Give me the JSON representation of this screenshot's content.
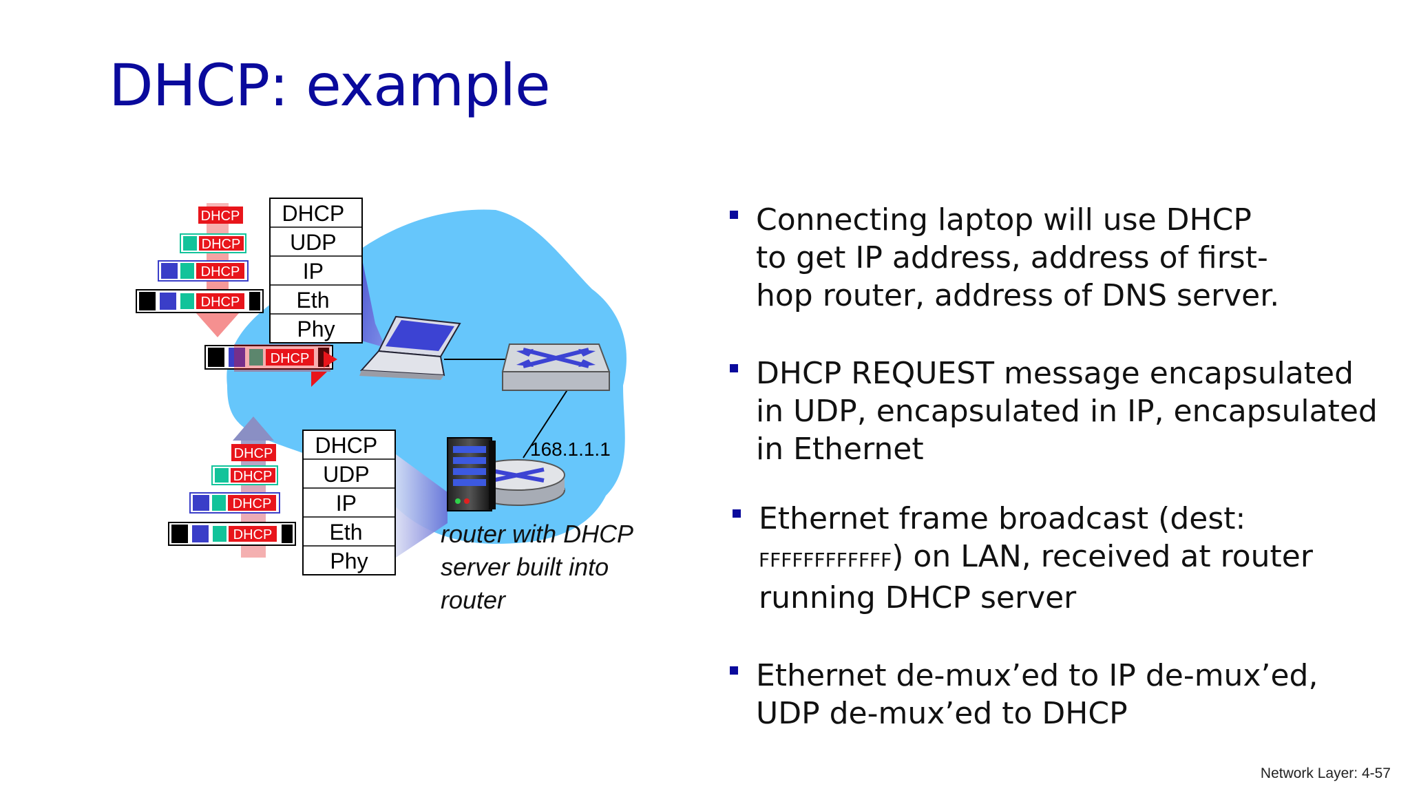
{
  "title": "DHCP: example",
  "diagram": {
    "stack_laptop": [
      "DHCP",
      "UDP",
      "IP",
      "Eth",
      "Phy"
    ],
    "stack_router": [
      "DHCP",
      "UDP",
      "IP",
      "Eth",
      "Phy"
    ],
    "packet_label": "DHCP",
    "router_ip": "168.1.1.1",
    "router_caption": [
      "router with DHCP",
      "server built into",
      "router"
    ]
  },
  "bullets": [
    {
      "lines": [
        "Connecting laptop will use DHCP",
        "to get IP address, address of first-",
        "hop router, address of DNS server."
      ]
    },
    {
      "lines": [
        "DHCP REQUEST message encapsulated",
        "in UDP, encapsulated in IP, encapsulated",
        "in Ethernet"
      ]
    },
    {
      "line1": "Ethernet frame broadcast (dest:",
      "small": "FFFFFFFFFFFF",
      "line2_rest": ") on LAN, received at router",
      "line3": "running DHCP server"
    },
    {
      "lines": [
        "Ethernet de-mux’ed to IP de-mux’ed,",
        "UDP de-mux’ed to DHCP"
      ]
    }
  ],
  "footer": "Network Layer: 4-57",
  "colors": {
    "title": "#0a0a9c",
    "cloud": "#66c6fb",
    "dhcp_red": "#e8151b",
    "udp_teal": "#12c39a",
    "ip_blue": "#3a3ec8",
    "eth_black": "#000000"
  }
}
